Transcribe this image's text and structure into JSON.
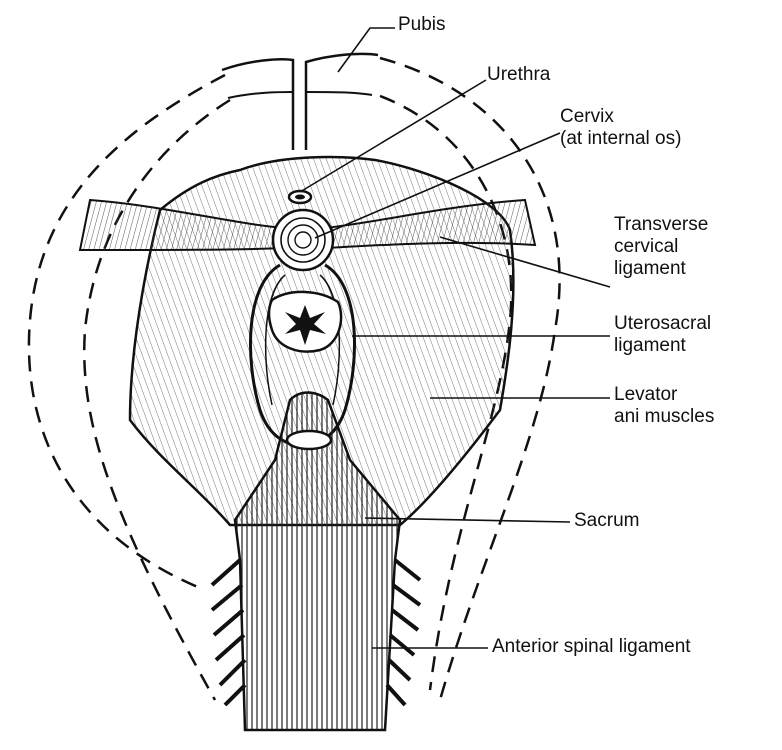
{
  "labels": {
    "pubis": "Pubis",
    "urethra": "Urethra",
    "cervix": [
      "Cervix",
      "(at internal os)"
    ],
    "transverse_cervical_ligament": [
      "Transverse",
      "cervical",
      "ligament"
    ],
    "uterosacral_ligament": [
      "Uterosacral",
      "ligament"
    ],
    "levator_ani_muscles": [
      "Levator",
      "ani muscles"
    ],
    "sacrum": "Sacrum",
    "anterior_spinal_ligament": "Anterior spinal ligament"
  }
}
